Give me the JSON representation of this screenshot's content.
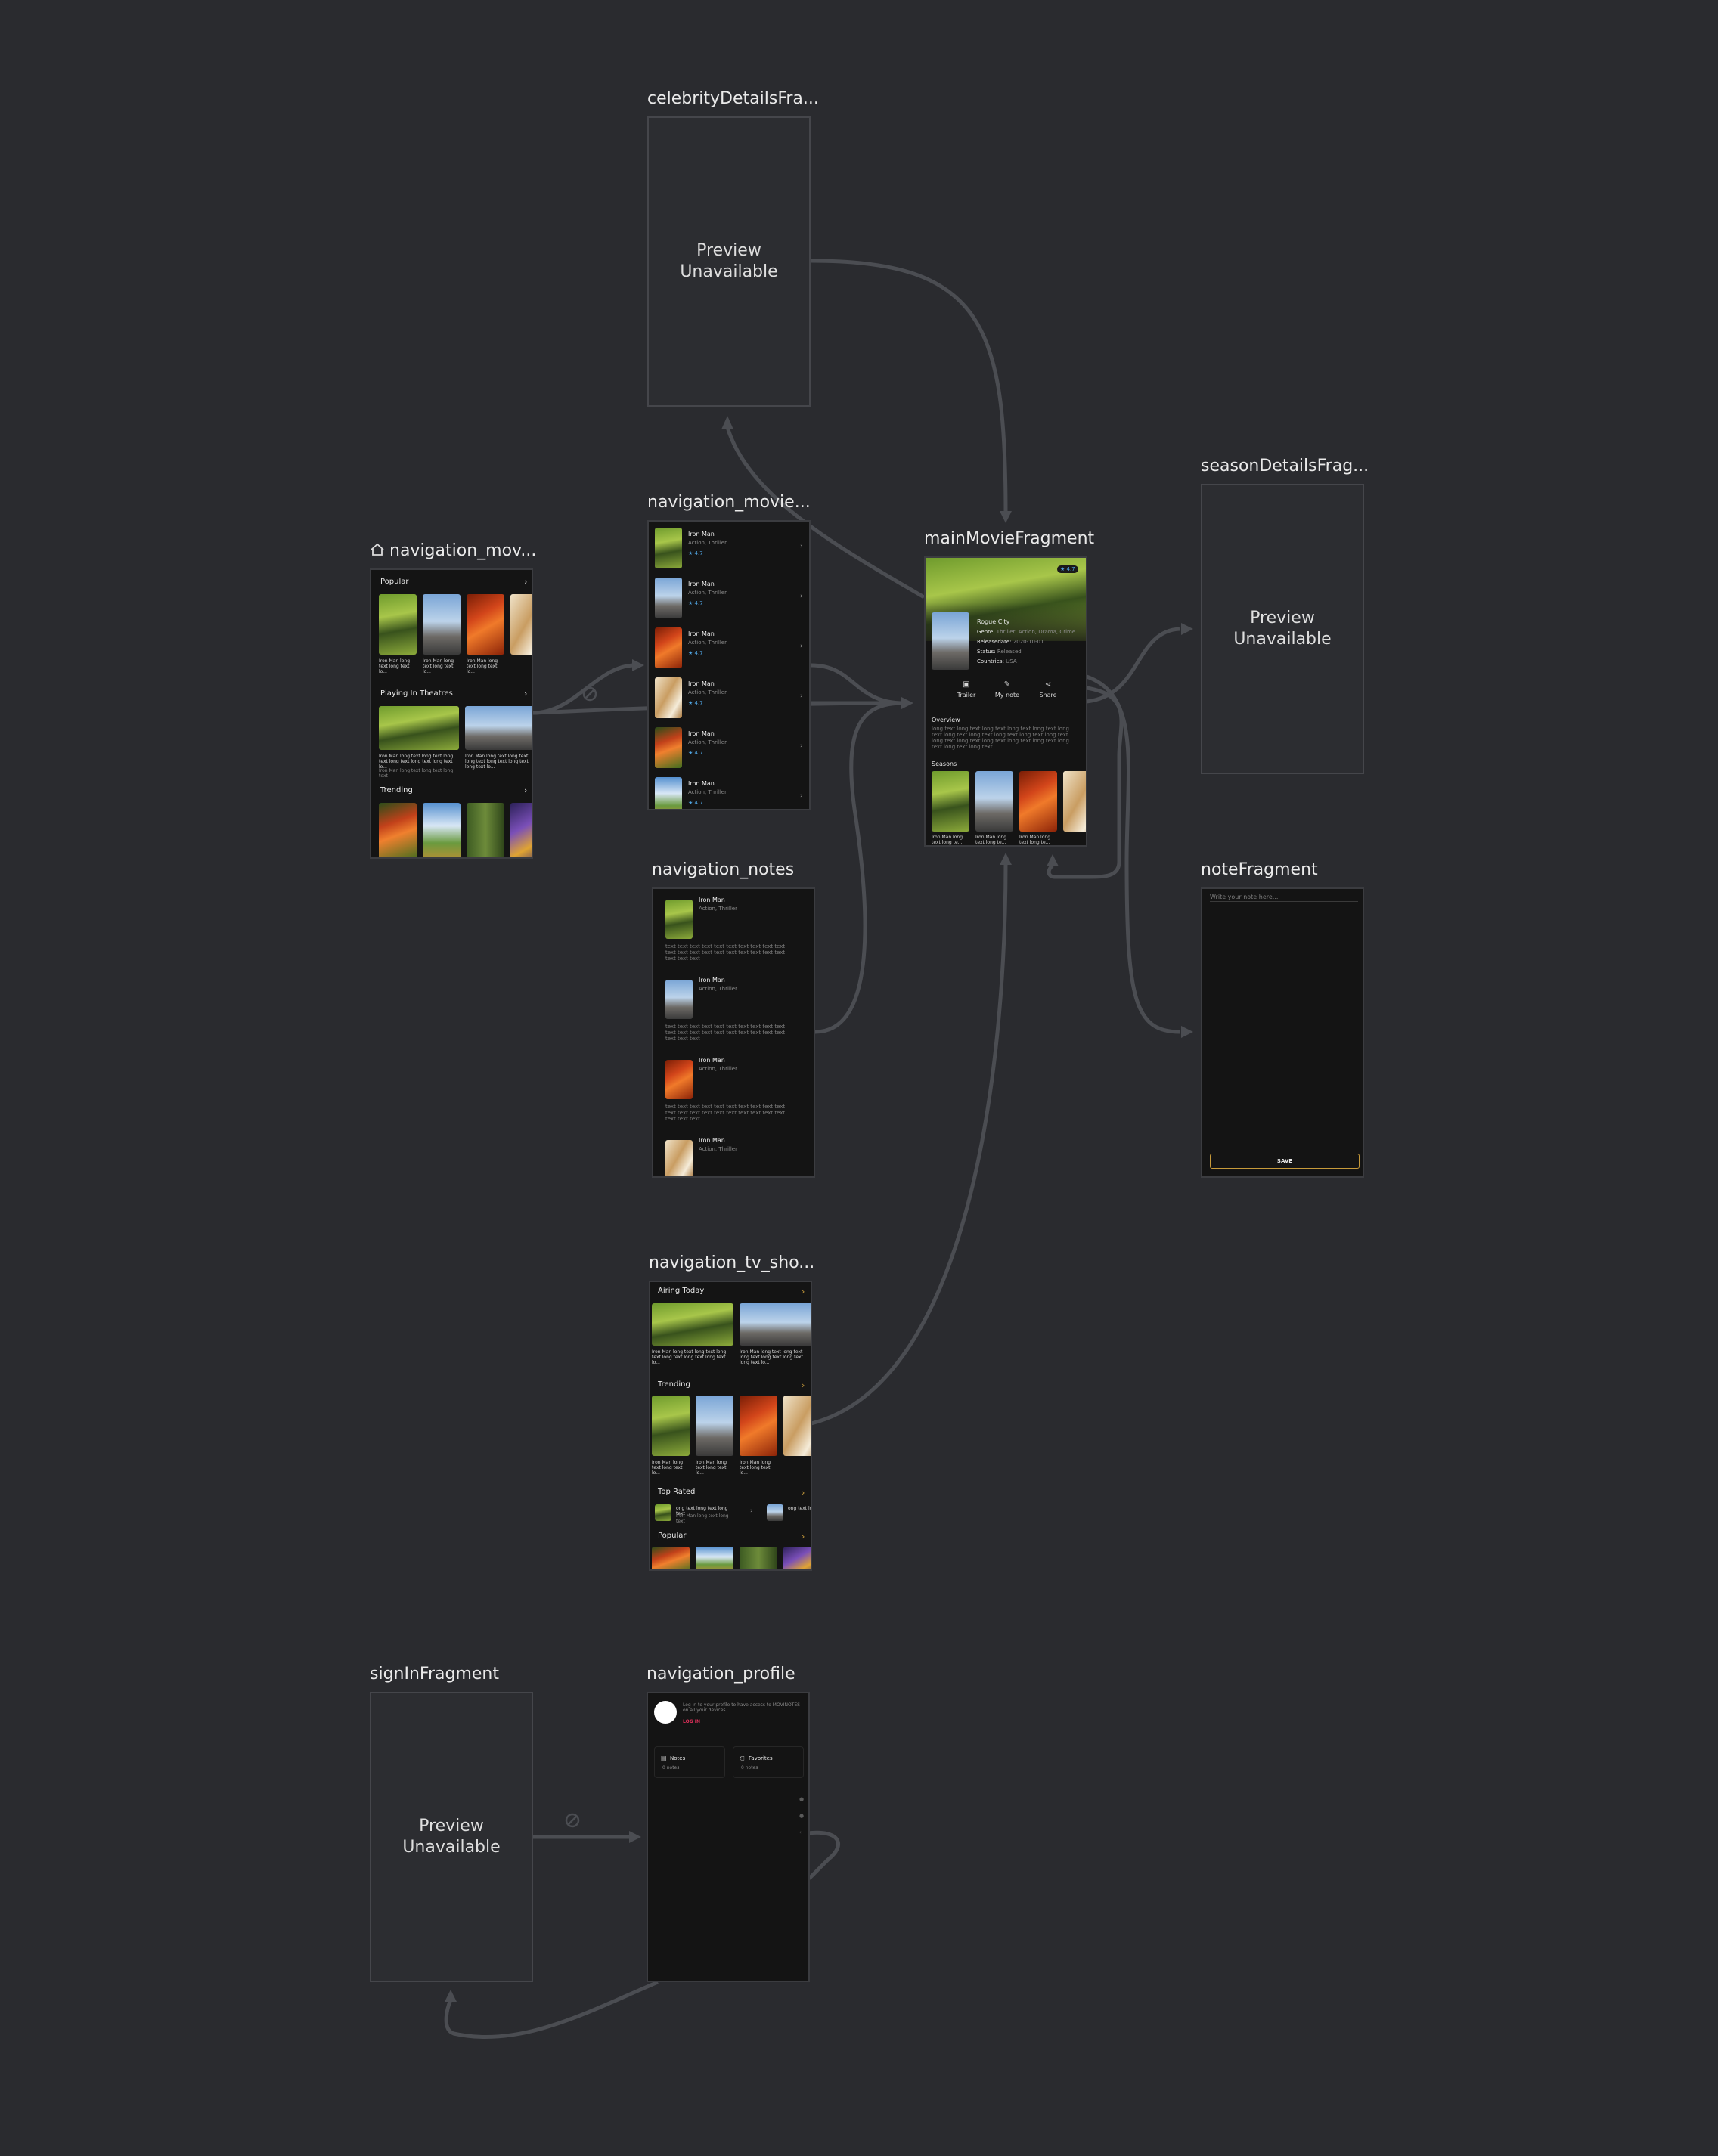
{
  "screens": {
    "celebrity": {
      "title": "celebrityDetailsFra...",
      "placeholder": "Preview Unavailable"
    },
    "season": {
      "title": "seasonDetailsFrag...",
      "placeholder": "Preview Unavailable"
    },
    "signin": {
      "title": "signInFragment",
      "placeholder": "Preview Unavailable"
    },
    "movies_home": {
      "title": "navigation_mov...",
      "sections": [
        "Popular",
        "Playing In Theatres",
        "Trending"
      ],
      "card_caption": "Iron Man long text long text lo...",
      "card_caption_wide": "Iron Man long text long text long text long text long text long text lo...",
      "card_sub": "Iron Man long text long text long text"
    },
    "movie_list": {
      "title": "navigation_movie...",
      "item_title": "Iron Man",
      "item_genre": "Action, Thriller",
      "item_rating": "4.7"
    },
    "notes": {
      "title": "navigation_notes",
      "item_title": "Iron Man",
      "item_genre": "Action, Thriller",
      "item_text": "text text text text text text text text text text text text text text text text text text text text text text text"
    },
    "tv_shows": {
      "title": "navigation_tv_sho...",
      "sections": [
        "Airing Today",
        "Trending",
        "Top Rated",
        "Popular"
      ],
      "toprated_caption": "ong text long text long text",
      "toprated_sub": "Iron Man long text long text"
    },
    "main_movie": {
      "title": "mainMovieFragment",
      "rating": "4.7",
      "name": "Rogue City",
      "genre_label": "Genre:",
      "genre_value": "Thriller, Action, Drama, Crime",
      "released_label": "Releasedate:",
      "released_value": "2020-10-01",
      "status_label": "Status:",
      "status_value": "Released",
      "countries_label": "Countries:",
      "countries_value": "USA",
      "actions": [
        "Trailer",
        "My note",
        "Share"
      ],
      "overview_head": "Overview",
      "overview_text": "long text long text long text long text long text long text long text long text long text long text long text long text long text long text long text long text long text long text long text",
      "seasons_head": "Seasons",
      "season_caption": "Iron Man long text long te..."
    },
    "note_fragment": {
      "title": "noteFragment",
      "placeholder": "Write your note here...",
      "save_label": "SAVE"
    },
    "profile": {
      "title": "navigation_profile",
      "prompt": "Log in to your profile to have access to MOVINOTES on all your devices",
      "login_label": "LOG IN",
      "notes_label": "Notes",
      "notes_count": "0 notes",
      "favorites_label": "Favorites",
      "favorites_count": "0 notes"
    }
  },
  "colors": {
    "canvas": "#2a2b2f",
    "edge": "#4b4d52",
    "rating_accent": "#4fa3e0",
    "login_accent": "#e0305a",
    "save_border": "#c79a3a"
  }
}
